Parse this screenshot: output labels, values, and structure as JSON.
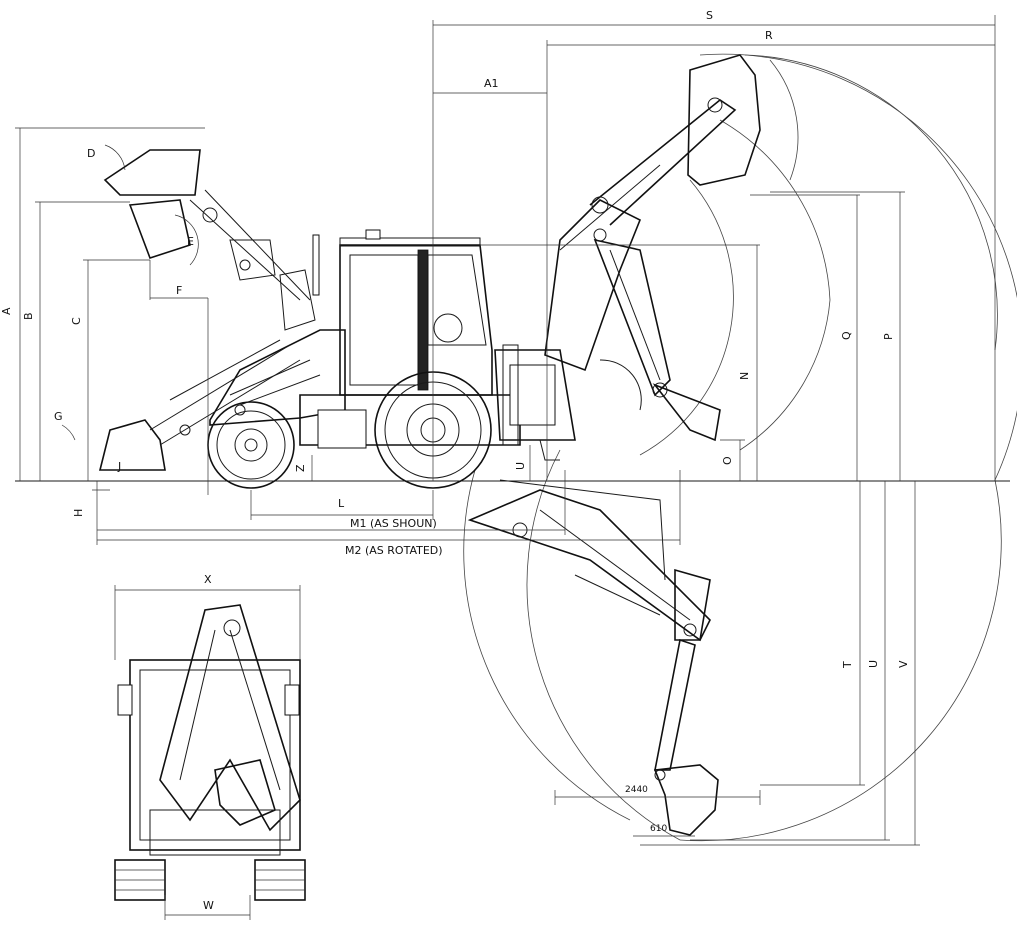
{
  "dimension_labels": {
    "A": "A",
    "B": "B",
    "C": "C",
    "D": "D",
    "E": "E",
    "F": "F",
    "G": "G",
    "H": "H",
    "J": "J",
    "Z": "Z",
    "L": "L",
    "U_small": "U",
    "A1": "A1",
    "R": "R",
    "S": "S",
    "N": "N",
    "O": "O",
    "P": "P",
    "Q": "Q",
    "T": "T",
    "U": "U",
    "V": "V",
    "X": "X",
    "W": "W",
    "M1": "M1 (AS SHOUN)",
    "M2": "M2 (AS ROTATED)"
  },
  "values": {
    "dig_width": "2440",
    "bucket_width": "610"
  },
  "colors": {
    "line": "#1a1a1a",
    "background": "#ffffff"
  }
}
